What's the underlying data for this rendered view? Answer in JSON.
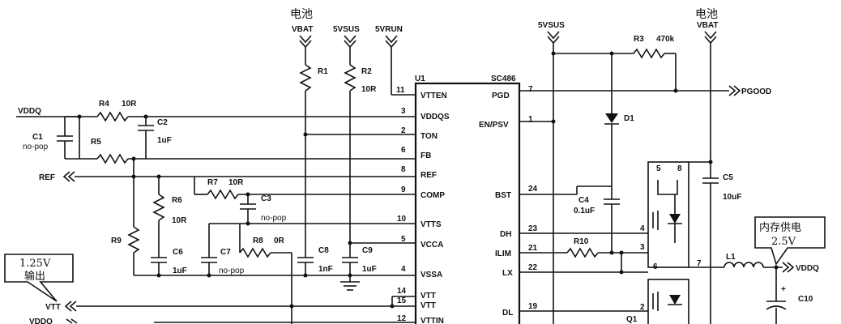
{
  "power_labels": {
    "battery_cn_left": "电池",
    "vbat_left": "VBAT",
    "vsus_left": "5VSUS",
    "vrun": "5VRUN",
    "vsus_right": "5VSUS",
    "battery_cn_right": "电池",
    "vbat_right": "VBAT"
  },
  "nets": {
    "vddq_in": "VDDQ",
    "ref": "REF",
    "vtt": "VTT",
    "vddq_bottom": "VDDQ",
    "pgood": "PGOOD",
    "vddq_out": "VDDQ"
  },
  "callouts": {
    "vtt_line1": "1.25V",
    "vtt_line2": "输出",
    "mem_line1": "内存供电",
    "mem_line2": "2.5V"
  },
  "ic": {
    "designator": "U1",
    "part": "SC486",
    "left_pins": [
      {
        "num": "11",
        "name": "VTTEN"
      },
      {
        "num": "3",
        "name": "VDDQS"
      },
      {
        "num": "2",
        "name": "TON"
      },
      {
        "num": "6",
        "name": "FB"
      },
      {
        "num": "8",
        "name": "REF"
      },
      {
        "num": "9",
        "name": "COMP"
      },
      {
        "num": "10",
        "name": "VTTS"
      },
      {
        "num": "5",
        "name": "VCCA"
      },
      {
        "num": "4",
        "name": "VSSA"
      },
      {
        "num": "14",
        "name": "VTT"
      },
      {
        "num": "15",
        "name": "VTT"
      },
      {
        "num": "12",
        "name": "VTTIN"
      }
    ],
    "right_pins": [
      {
        "num": "7",
        "name": "PGD"
      },
      {
        "num": "1",
        "name": "EN/PSV"
      },
      {
        "num": "24",
        "name": "BST"
      },
      {
        "num": "23",
        "name": "DH"
      },
      {
        "num": "21",
        "name": "ILIM"
      },
      {
        "num": "22",
        "name": "LX"
      },
      {
        "num": "19",
        "name": "DL"
      }
    ]
  },
  "components": {
    "r1": "R1",
    "r2": "R2",
    "r2_val": "10R",
    "r3": "R3",
    "r3_val": "470k",
    "r4": "R4",
    "r4_val": "10R",
    "r5": "R5",
    "r6": "R6",
    "r6_val": "10R",
    "r7": "R7",
    "r7_val": "10R",
    "r8": "R8",
    "r8_val": "0R",
    "r9": "R9",
    "r10": "R10",
    "c1": "C1",
    "c1_val": "no-pop",
    "c2": "C2",
    "c2_val": "1uF",
    "c3": "C3",
    "c3_val": "no-pop",
    "c4": "C4",
    "c4_val": "0.1uF",
    "c5": "C5",
    "c5_val": "10uF",
    "c6": "C6",
    "c6_val": "1uF",
    "c7": "C7",
    "c7_val": "no-pop",
    "c8": "C8",
    "c8_val": "1nF",
    "c9": "C9",
    "c9_val": "1uF",
    "c10": "C10",
    "d1": "D1",
    "l1": "L1",
    "q1": "Q1"
  },
  "mosfet_pins": {
    "top_d1": "5",
    "top_d2": "8",
    "top_g": "4",
    "top_s": "3",
    "bot_d": "6",
    "bot_g": "2",
    "net7": "7"
  }
}
